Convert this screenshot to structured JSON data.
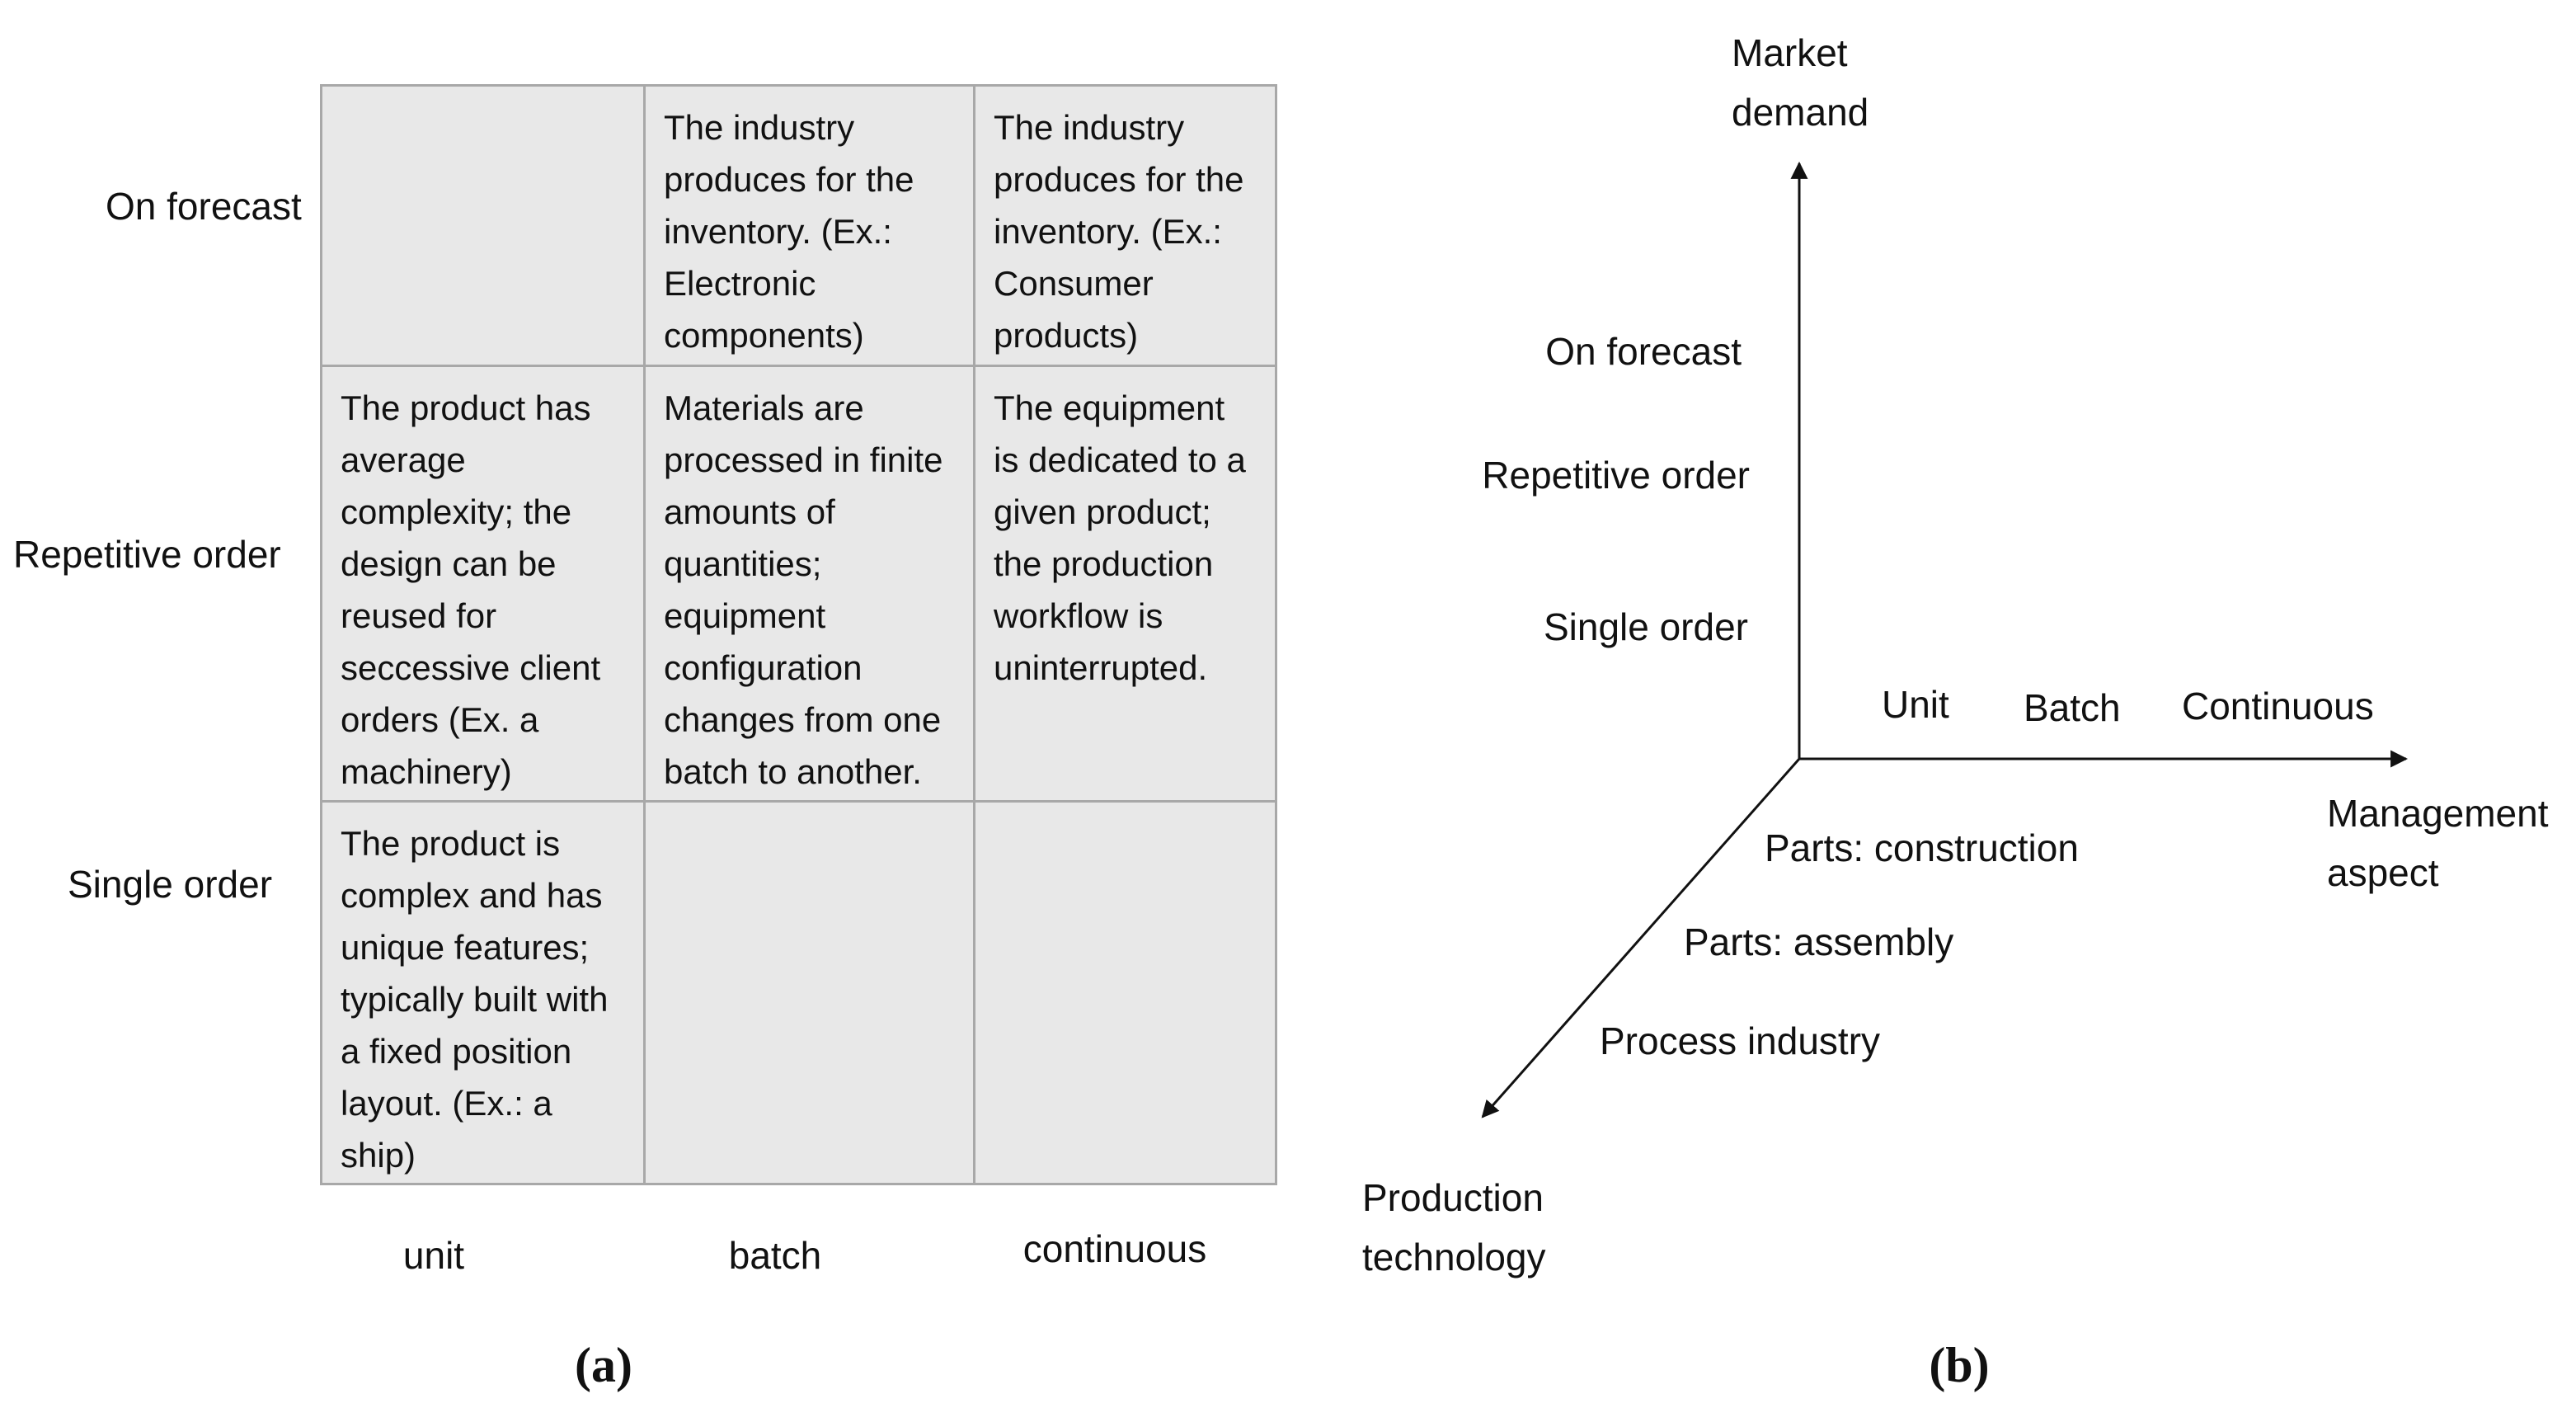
{
  "panel_a": {
    "caption": "(a)",
    "row_labels": [
      "On forecast",
      "Repetitive order",
      "Single order"
    ],
    "column_labels": [
      "unit",
      "batch",
      "continuous"
    ],
    "cells": [
      [
        "",
        "The industry produces for the inventory. (Ex.: Electronic components)",
        "The industry produces for the inventory. (Ex.: Consumer products)"
      ],
      [
        "The product has average complexity; the design can be reused for seccessive client orders (Ex. a machinery)",
        "Materials are processed in finite amounts of quantities; equipment configuration changes from one batch to another.",
        "The equipment is dedicated to a given product; the production workflow is uninterrupted."
      ],
      [
        "The product is complex and has unique features; typically built with a fixed position layout. (Ex.: a ship)",
        "",
        ""
      ]
    ]
  },
  "panel_b": {
    "caption": "(b)",
    "vertical_axis": {
      "line1": "Market",
      "line2": "demand",
      "levels": [
        "On forecast",
        "Repetitive order",
        "Single order"
      ]
    },
    "horizontal_axis": {
      "line1": "Management",
      "line2": "aspect",
      "levels": [
        "Unit",
        "Batch",
        "Continuous"
      ]
    },
    "diagonal_axis": {
      "line1": "Production",
      "line2": "technology",
      "levels": [
        "Parts: construction",
        "Parts: assembly",
        "Process industry"
      ]
    }
  }
}
